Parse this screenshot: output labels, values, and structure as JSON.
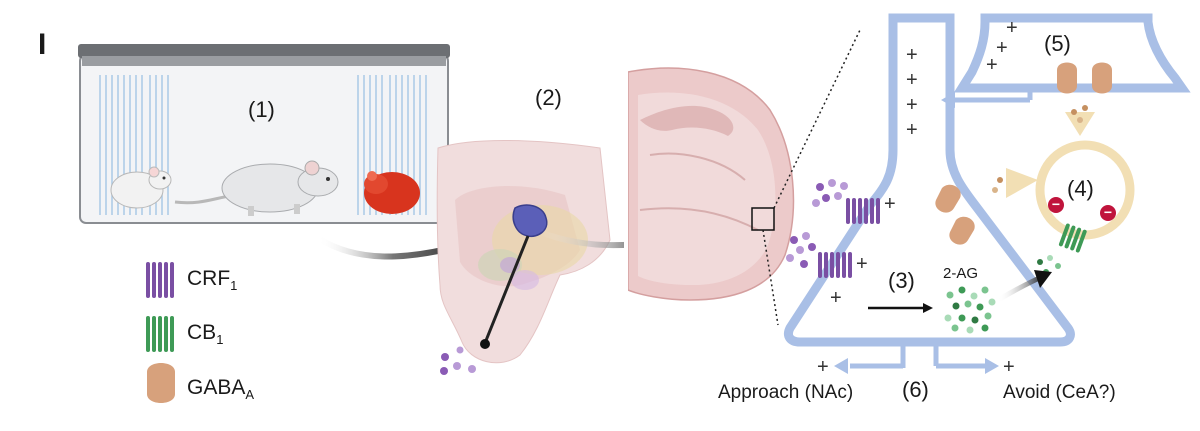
{
  "figure": {
    "panel_letter": "I",
    "steps": {
      "s1": "(1)",
      "s2": "(2)",
      "s3": "(3)",
      "s4": "(4)",
      "s5": "(5)",
      "s6": "(6)"
    },
    "two_ag_label": "2-AG",
    "legend": {
      "crf1": {
        "base": "CRF",
        "sub": "1"
      },
      "cb1": {
        "base": "CB",
        "sub": "1"
      },
      "gabaa": {
        "base": "GABA",
        "sub": "A"
      }
    },
    "outputs": {
      "approach": "Approach (NAc)",
      "avoid": "Avoid (CeA?)"
    },
    "plus_symbol": "+",
    "minus_symbol": "−",
    "colors": {
      "neuron_blue": "#a9bfe6",
      "crf_purple": "#7a4fa3",
      "cb_green": "#3e9a56",
      "gaba_tan": "#d7a17c",
      "brain_pink": "#e3b8b8",
      "rat_red": "#d8341e"
    }
  }
}
